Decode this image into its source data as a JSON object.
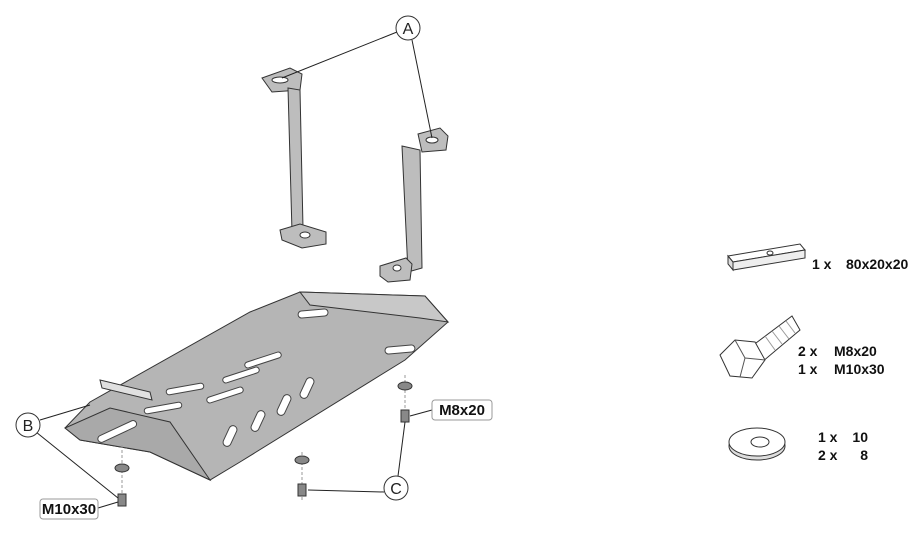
{
  "callouts": {
    "a": "A",
    "b": "B",
    "c": "C"
  },
  "bolt_labels": {
    "m8": "M8x20",
    "m10": "M10x30"
  },
  "parts_list": {
    "plate": {
      "qty": "1 x",
      "size": "80x20x20"
    },
    "bolts": [
      {
        "qty": "2 x",
        "size": "M8x20"
      },
      {
        "qty": "1 x",
        "size": "M10x30"
      }
    ],
    "washers": [
      {
        "qty": "1 x",
        "size": "10"
      },
      {
        "qty": "2 x",
        "size": "8"
      }
    ]
  }
}
